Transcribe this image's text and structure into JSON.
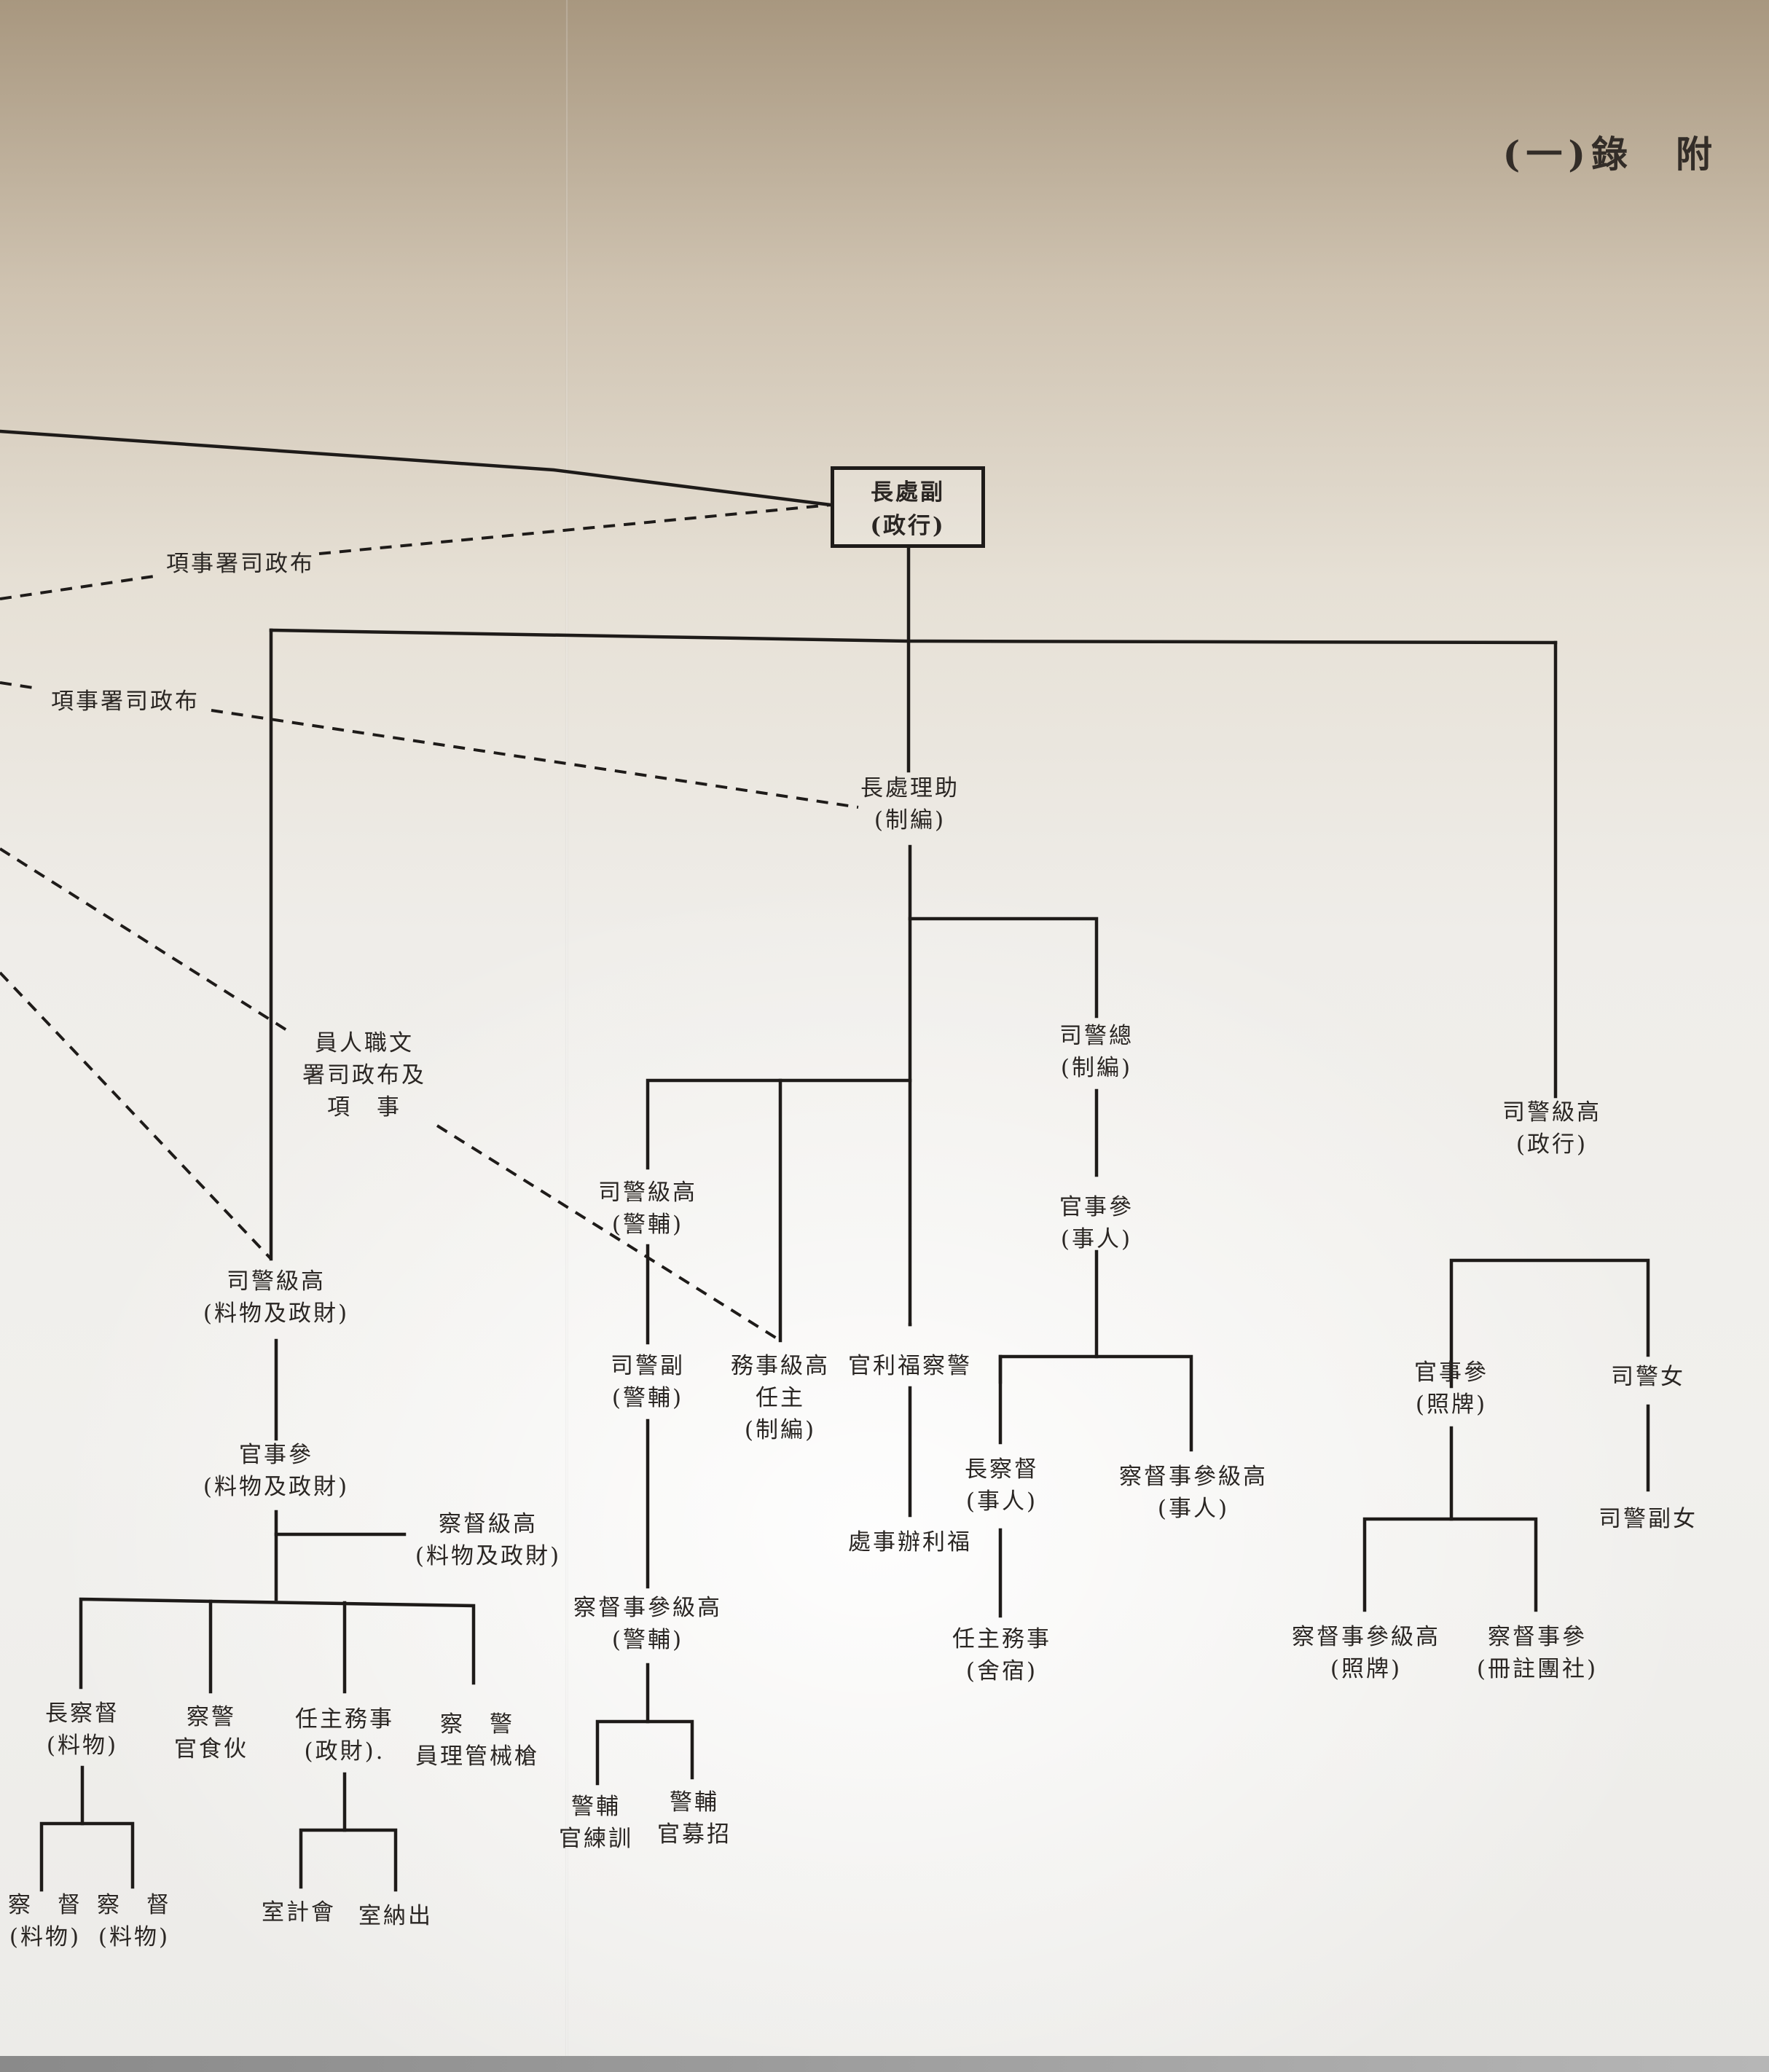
{
  "appendix_title": "(一)錄　附",
  "head": {
    "line1": "長處副",
    "line2": "(政行)"
  },
  "dashed_labels": {
    "top": "項事署司政布",
    "second": "項事署司政布",
    "civil": {
      "line1": "員人職文",
      "line2": "署司政布及",
      "line3": "項　事"
    }
  },
  "nodes": {
    "assist_director": {
      "line1": "長處理助",
      "line2": "(制編)"
    },
    "chief_superintendent": {
      "line1": "司警總",
      "line2": "(制編)"
    },
    "senior_supt_admin": {
      "line1": "司警級高",
      "line2": "(政行)"
    },
    "senior_supt_aux": {
      "line1": "司警級高",
      "line2": "(警輔)"
    },
    "senior_supt_fin": {
      "line1": "司警級高",
      "line2": "(料物及政財)"
    },
    "staff_officer_personnel": {
      "line1": "官事參",
      "line2": "(事人)"
    },
    "staff_officer_fin": {
      "line1": "官事參",
      "line2": "(料物及政財)"
    },
    "senior_inspector_fin": {
      "line1": "察督級高",
      "line2": "(料物及政財)"
    },
    "deputy_supt_aux": {
      "line1": "司警副",
      "line2": "(警輔)"
    },
    "senior_officer_admin": {
      "line1": "務事級高",
      "line2": "任主",
      "line3": "(制編)"
    },
    "welfare_officer": {
      "line1": "官利福察警"
    },
    "welfare_office": {
      "line1": "處事辦利福"
    },
    "staff_officer_licence": {
      "line1": "官事參",
      "line2": "(照牌)"
    },
    "woman_supt": {
      "line1": "司警女"
    },
    "woman_deputy_supt": {
      "line1": "司警副女"
    },
    "chief_inspector_personnel": {
      "line1": "長察督",
      "line2": "(事人)"
    },
    "senior_inspector_personnel": {
      "line1": "察督事參級高",
      "line2": "(事人)"
    },
    "admin_officer_quarters": {
      "line1": "任主務事",
      "line2": "(舍宿)"
    },
    "senior_staff_inspector_aux": {
      "line1": "察督事參級高",
      "line2": "(警輔)"
    },
    "training_officer": {
      "line1": "警輔",
      "line2": "官練訓"
    },
    "recruit_officer": {
      "line1": "警輔",
      "line2": "官募招"
    },
    "senior_staff_inspector_licence": {
      "line1": "察督事參級高",
      "line2": "(照牌)"
    },
    "staff_inspector_society": {
      "line1": "察督事參",
      "line2": "(冊註團社)"
    },
    "chief_inspector_stores": {
      "line1": "長察督",
      "line2": "(料物)"
    },
    "mess_officer": {
      "line1": "察警",
      "line2": "官食伙"
    },
    "admin_officer_fin": {
      "line1": "任主務事",
      "line2": "(政財)."
    },
    "armoury_manager": {
      "line1": "察　警",
      "line2": "員理管械槍"
    },
    "inspector_stores_1": {
      "line1": "察　督",
      "line2": "(料物)"
    },
    "inspector_stores_2": {
      "line1": "察　督",
      "line2": "(料物)"
    },
    "accounts_room": {
      "line1": "室計會"
    },
    "cashier_room": {
      "line1": "室納出"
    }
  }
}
